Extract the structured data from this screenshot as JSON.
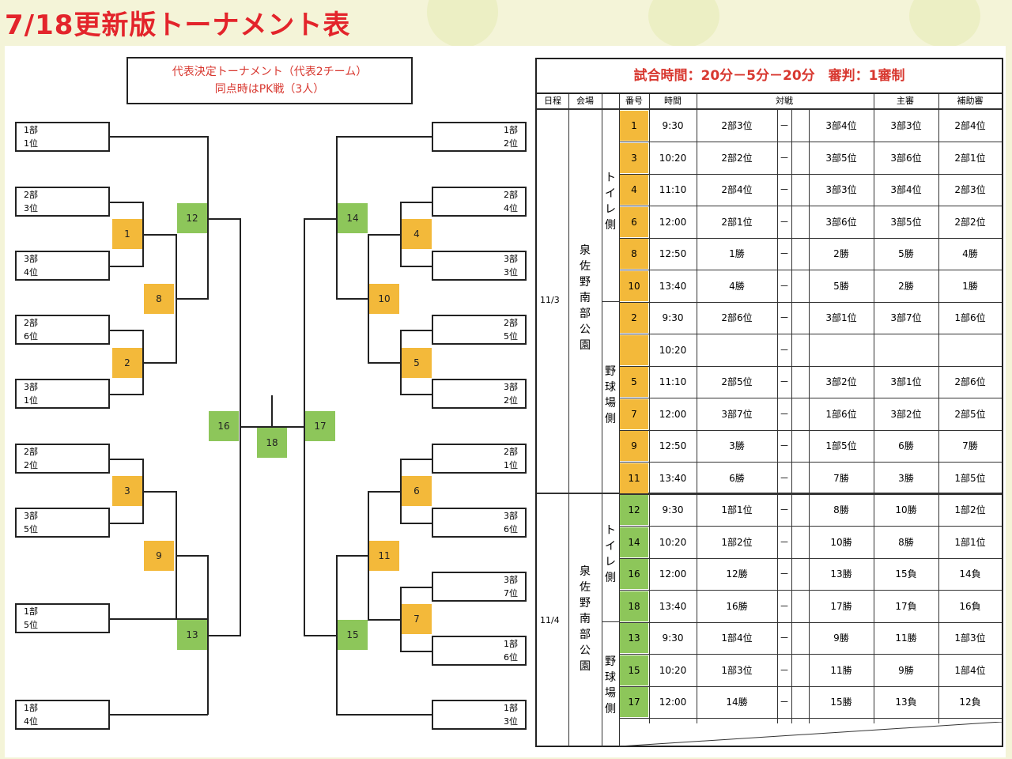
{
  "title": "7/18更新版トーナメント表",
  "left": {
    "title1": "代表決定トーナメント（代表2チーム）",
    "title2": "同点時はPK戦（3人）",
    "teams_left": [
      {
        "a": "1部",
        "b": "1位"
      },
      {
        "a": "2部",
        "b": "3位"
      },
      {
        "a": "3部",
        "b": "4位"
      },
      {
        "a": "2部",
        "b": "6位"
      },
      {
        "a": "3部",
        "b": "1位"
      },
      {
        "a": "2部",
        "b": "2位"
      },
      {
        "a": "3部",
        "b": "5位"
      },
      {
        "a": "1部",
        "b": "5位"
      },
      {
        "a": "1部",
        "b": "4位"
      }
    ],
    "teams_right": [
      {
        "a": "1部",
        "b": "2位"
      },
      {
        "a": "2部",
        "b": "4位"
      },
      {
        "a": "3部",
        "b": "3位"
      },
      {
        "a": "2部",
        "b": "5位"
      },
      {
        "a": "3部",
        "b": "2位"
      },
      {
        "a": "2部",
        "b": "1位"
      },
      {
        "a": "3部",
        "b": "6位"
      },
      {
        "a": "3部",
        "b": "7位"
      },
      {
        "a": "1部",
        "b": "6位"
      },
      {
        "a": "1部",
        "b": "3位"
      }
    ],
    "nodes": [
      "1",
      "2",
      "3",
      "8",
      "9",
      "12",
      "13",
      "16",
      "18",
      "17",
      "14",
      "15",
      "4",
      "5",
      "6",
      "7",
      "10",
      "11"
    ]
  },
  "schedule": {
    "title": "試合時間：20分－5分－20分　審判：1審制",
    "headers": {
      "date": "日程",
      "venue": "会場",
      "num": "番号",
      "time": "時間",
      "match": "対戦",
      "ref": "主審",
      "assist": "補助審"
    },
    "day1": {
      "date": "11/3",
      "venue": "泉佐野南部公園",
      "side_a": "トイレ側",
      "side_b": "野球場側"
    },
    "day2": {
      "date": "11/4",
      "venue": "泉佐野南部公園",
      "side_a": "トイレ側",
      "side_b": "野球場側"
    },
    "dash": "－",
    "rows": [
      {
        "no": "1",
        "time": "9:30",
        "t1": "2部3位",
        "t2": "3部4位",
        "ref": "3部3位",
        "ast": "2部4位",
        "c": "y"
      },
      {
        "no": "3",
        "time": "10:20",
        "t1": "2部2位",
        "t2": "3部5位",
        "ref": "3部6位",
        "ast": "2部1位",
        "c": "y"
      },
      {
        "no": "4",
        "time": "11:10",
        "t1": "2部4位",
        "t2": "3部3位",
        "ref": "3部4位",
        "ast": "2部3位",
        "c": "y"
      },
      {
        "no": "6",
        "time": "12:00",
        "t1": "2部1位",
        "t2": "3部6位",
        "ref": "3部5位",
        "ast": "2部2位",
        "c": "y"
      },
      {
        "no": "8",
        "time": "12:50",
        "t1": "1勝",
        "t2": "2勝",
        "ref": "5勝",
        "ast": "4勝",
        "c": "y"
      },
      {
        "no": "10",
        "time": "13:40",
        "t1": "4勝",
        "t2": "5勝",
        "ref": "2勝",
        "ast": "1勝",
        "c": "y"
      },
      {
        "no": "2",
        "time": "9:30",
        "t1": "2部6位",
        "t2": "3部1位",
        "ref": "3部7位",
        "ast": "1部6位",
        "c": "y"
      },
      {
        "no": "",
        "time": "10:20",
        "t1": "",
        "t2": "",
        "ref": "",
        "ast": "",
        "c": "y"
      },
      {
        "no": "5",
        "time": "11:10",
        "t1": "2部5位",
        "t2": "3部2位",
        "ref": "3部1位",
        "ast": "2部6位",
        "c": "y"
      },
      {
        "no": "7",
        "time": "12:00",
        "t1": "3部7位",
        "t2": "1部6位",
        "ref": "3部2位",
        "ast": "2部5位",
        "c": "y"
      },
      {
        "no": "9",
        "time": "12:50",
        "t1": "3勝",
        "t2": "1部5位",
        "ref": "6勝",
        "ast": "7勝",
        "c": "y"
      },
      {
        "no": "11",
        "time": "13:40",
        "t1": "6勝",
        "t2": "7勝",
        "ref": "3勝",
        "ast": "1部5位",
        "c": "y"
      },
      {
        "no": "12",
        "time": "9:30",
        "t1": "1部1位",
        "t2": "8勝",
        "ref": "10勝",
        "ast": "1部2位",
        "c": "g"
      },
      {
        "no": "14",
        "time": "10:20",
        "t1": "1部2位",
        "t2": "10勝",
        "ref": "8勝",
        "ast": "1部1位",
        "c": "g"
      },
      {
        "no": "16",
        "time": "12:00",
        "t1": "12勝",
        "t2": "13勝",
        "ref": "15負",
        "ast": "14負",
        "c": "g"
      },
      {
        "no": "18",
        "time": "13:40",
        "t1": "16勝",
        "t2": "17勝",
        "ref": "17負",
        "ast": "16負",
        "c": "g"
      },
      {
        "no": "13",
        "time": "9:30",
        "t1": "1部4位",
        "t2": "9勝",
        "ref": "11勝",
        "ast": "1部3位",
        "c": "g"
      },
      {
        "no": "15",
        "time": "10:20",
        "t1": "1部3位",
        "t2": "11勝",
        "ref": "9勝",
        "ast": "1部4位",
        "c": "g"
      },
      {
        "no": "17",
        "time": "12:00",
        "t1": "14勝",
        "t2": "15勝",
        "ref": "13負",
        "ast": "12負",
        "c": "g"
      }
    ]
  }
}
